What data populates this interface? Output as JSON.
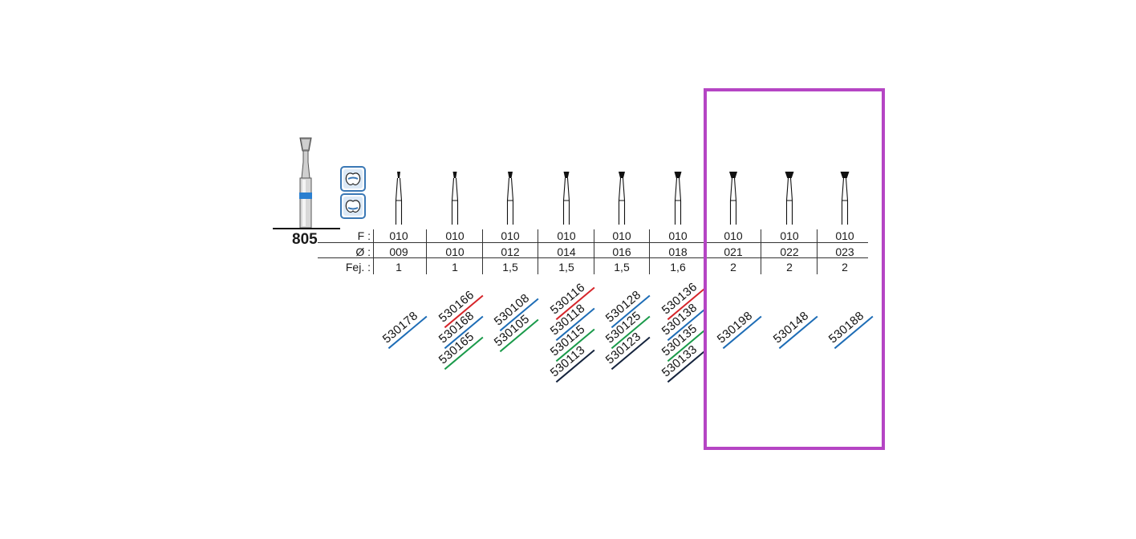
{
  "model": "805",
  "row_labels": {
    "f": "F :",
    "dia": "Ø :",
    "fej": "Fej. :"
  },
  "icons": [
    "tooth-icon-top",
    "tooth-icon-bottom"
  ],
  "columns": [
    {
      "f": "010",
      "dia": "009",
      "fej": "1",
      "codes": [
        {
          "text": "530178",
          "color": "#1e6db6"
        }
      ]
    },
    {
      "f": "010",
      "dia": "010",
      "fej": "1",
      "codes": [
        {
          "text": "530166",
          "color": "#d6252a"
        },
        {
          "text": "530168",
          "color": "#1e6db6"
        },
        {
          "text": "530165",
          "color": "#1a9a4a"
        }
      ]
    },
    {
      "f": "010",
      "dia": "012",
      "fej": "1,5",
      "codes": [
        {
          "text": "530108",
          "color": "#1e6db6"
        },
        {
          "text": "530105",
          "color": "#1a9a4a"
        }
      ]
    },
    {
      "f": "010",
      "dia": "014",
      "fej": "1,5",
      "codes": [
        {
          "text": "530116",
          "color": "#d6252a"
        },
        {
          "text": "530118",
          "color": "#1e6db6"
        },
        {
          "text": "530115",
          "color": "#1a9a4a"
        },
        {
          "text": "530113",
          "color": "#15243e"
        }
      ]
    },
    {
      "f": "010",
      "dia": "016",
      "fej": "1,5",
      "codes": [
        {
          "text": "530128",
          "color": "#1e6db6"
        },
        {
          "text": "530125",
          "color": "#1a9a4a"
        },
        {
          "text": "530123",
          "color": "#15243e"
        }
      ]
    },
    {
      "f": "010",
      "dia": "018",
      "fej": "1,6",
      "codes": [
        {
          "text": "530136",
          "color": "#d6252a"
        },
        {
          "text": "530138",
          "color": "#1e6db6"
        },
        {
          "text": "530135",
          "color": "#1a9a4a"
        },
        {
          "text": "530133",
          "color": "#15243e"
        }
      ]
    },
    {
      "f": "010",
      "dia": "021",
      "fej": "2",
      "codes": [
        {
          "text": "530198",
          "color": "#1e6db6"
        }
      ]
    },
    {
      "f": "010",
      "dia": "022",
      "fej": "2",
      "codes": [
        {
          "text": "530148",
          "color": "#1e6db6"
        }
      ]
    },
    {
      "f": "010",
      "dia": "023",
      "fej": "2",
      "codes": [
        {
          "text": "530188",
          "color": "#1e6db6"
        }
      ]
    }
  ],
  "colors": {
    "highlight": "#b545c4",
    "band": "#2a7fd0",
    "icon_border": "#3a78b5"
  }
}
